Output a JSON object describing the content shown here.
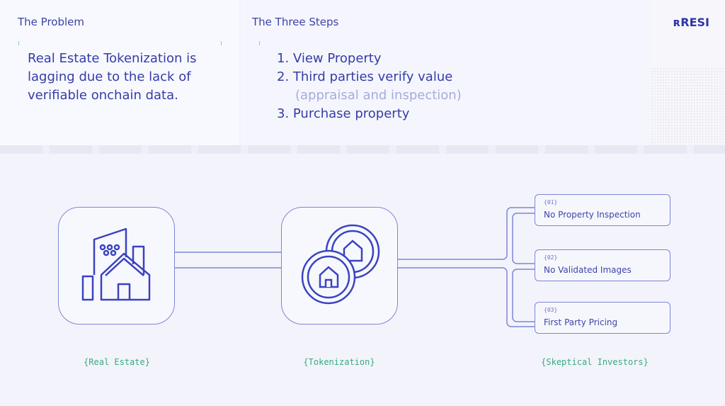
{
  "problem": {
    "title": "The Problem",
    "lines": [
      "Real Estate Tokenization is",
      "lagging due to the lack of",
      "verifiable onchain data."
    ]
  },
  "steps": {
    "title": "The Three Steps",
    "items": [
      "1. View Property",
      "2. Third parties verify value",
      "(appraisal and inspection)",
      "3. Purchase property"
    ]
  },
  "logo": "RESI",
  "diagram": {
    "nodes": [
      {
        "label": "{Real Estate}",
        "icon": "building-house-icon"
      },
      {
        "label": "{Tokenization}",
        "icon": "house-coins-icon"
      },
      {
        "label": "{Skeptical Investors}"
      }
    ],
    "issues": [
      {
        "num": "{01}",
        "label": "No Property Inspection"
      },
      {
        "num": "{02}",
        "label": "No Validated Images"
      },
      {
        "num": "{03}",
        "label": "First Party Pricing"
      }
    ]
  },
  "colors": {
    "primary": "#3b43a6",
    "line": "#7e85d6",
    "accent": "#3aa882"
  }
}
